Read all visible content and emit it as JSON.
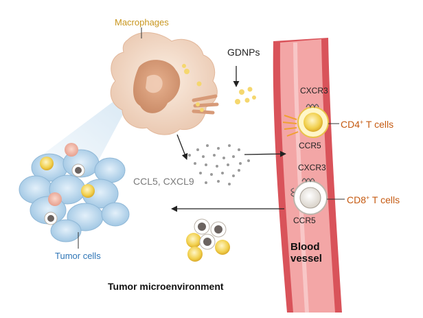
{
  "labels": {
    "macrophages": "Macrophages",
    "gdnps": "GDNPs",
    "cxcr3_top": "CXCR3",
    "ccr5_top": "CCR5",
    "cxcr3_bottom": "CXCR3",
    "ccr5_bottom": "CCR5",
    "cd4_prefix": "CD4",
    "cd8_prefix": "CD8",
    "plus": "+",
    "t_cells": " T cells",
    "chemokines": "CCL5, CXCL9",
    "tumor_cells": "Tumor cells",
    "blood_line1": "Blood",
    "blood_line2": "vessel",
    "environment": "Tumor microenvironment"
  },
  "colors": {
    "macrophage_label": "#c8961e",
    "t_cell_label": "#c55a11",
    "tumor_label": "#2e75b6",
    "vessel_wall": "#d9535a",
    "vessel_lumen": "#f3a6a6",
    "macrophage_body": "#f3dccb",
    "nanoparticle": "#f5d76e",
    "tumor_cell": "#bcd8ec"
  }
}
